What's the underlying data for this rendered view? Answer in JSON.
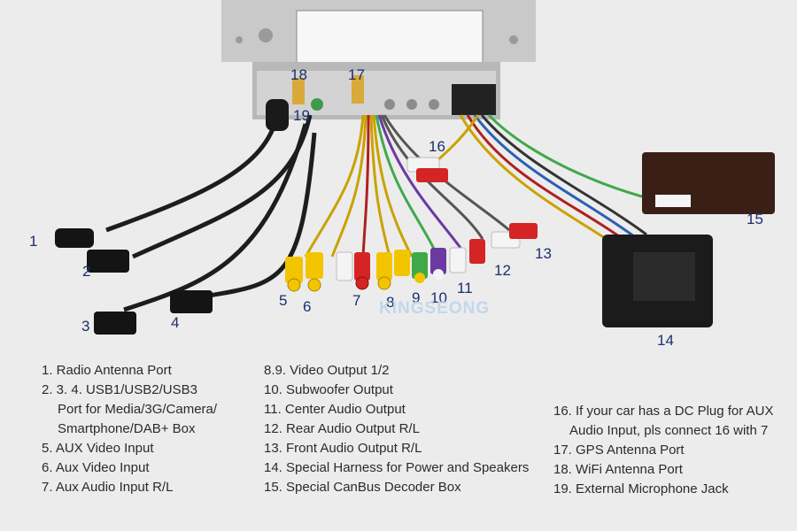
{
  "diagram": {
    "watermark": "KINGSEONG",
    "callouts": [
      "1",
      "2",
      "3",
      "4",
      "5",
      "6",
      "7",
      "8",
      "9",
      "10",
      "11",
      "12",
      "13",
      "14",
      "15",
      "16",
      "17",
      "18",
      "19"
    ],
    "legend": {
      "col1": [
        "1. Radio Antenna Port",
        "2. 3. 4. USB1/USB2/USB3",
        "Port for Media/3G/Camera/",
        "Smartphone/DAB+ Box",
        "5. AUX Video Input",
        "6. Aux Video Input",
        "7. Aux Audio Input R/L"
      ],
      "col2": [
        "8.9. Video Output 1/2",
        "10. Subwoofer Output",
        "11. Center Audio Output",
        "12. Rear Audio Output R/L",
        "13. Front Audio Output R/L",
        "14. Special Harness for Power and Speakers",
        "15. Special CanBus Decoder Box"
      ],
      "col3": [
        "16. If your car has a DC Plug for AUX",
        "Audio Input, pls connect 16 with 7",
        "17. GPS Antenna Port",
        "18. WiFi Antenna Port",
        "19. External Microphone Jack"
      ]
    }
  },
  "colors": {
    "callout_text": "#1a2f6e",
    "legend_text": "#2b2b2b",
    "background": "#ececec",
    "rca_yellow": "#f2c500",
    "rca_red": "#d42424",
    "rca_white": "#f4f4f4",
    "rca_green": "#3fa94a",
    "rca_purple": "#6a3aa0",
    "harness_black": "#1a1a1a"
  }
}
